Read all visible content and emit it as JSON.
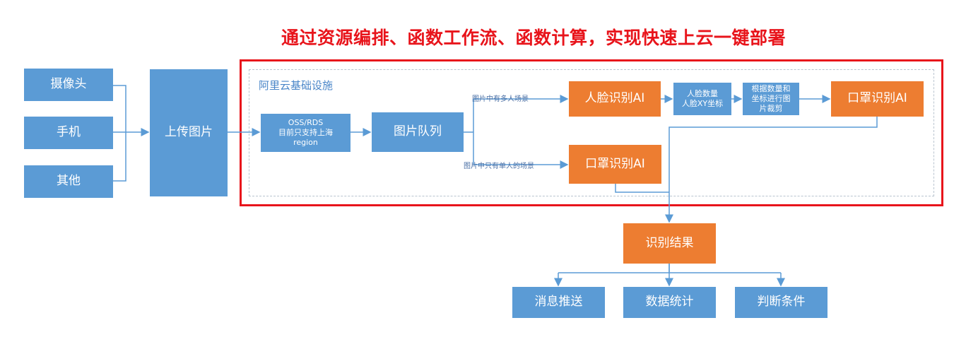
{
  "title": "通过资源编排、函数工作流、函数计算，实现快速上云一键部署",
  "infra_label": "阿里云基础设施",
  "sources": [
    "摄像头",
    "手机",
    "其他"
  ],
  "upload": "上传图片",
  "oss": [
    "OSS/RDS",
    "目前只支持上海",
    "region"
  ],
  "queue": "图片队列",
  "multi_label": "图片中有多人场景",
  "single_label": "图片中只有单人的场景",
  "face_ai": "人脸识别AI",
  "face_info": [
    "人脸数量",
    "人脸XY坐标"
  ],
  "crop": [
    "根据数量和",
    "坐标进行图",
    "片裁剪"
  ],
  "mask_ai_top": "口罩识别AI",
  "mask_ai_bottom": "口罩识别AI",
  "result": "识别结果",
  "outputs": [
    "消息推送",
    "数据统计",
    "判断条件"
  ],
  "colors": {
    "blue": "#5b9bd5",
    "orange": "#ed7d31",
    "red": "#e8141b"
  }
}
